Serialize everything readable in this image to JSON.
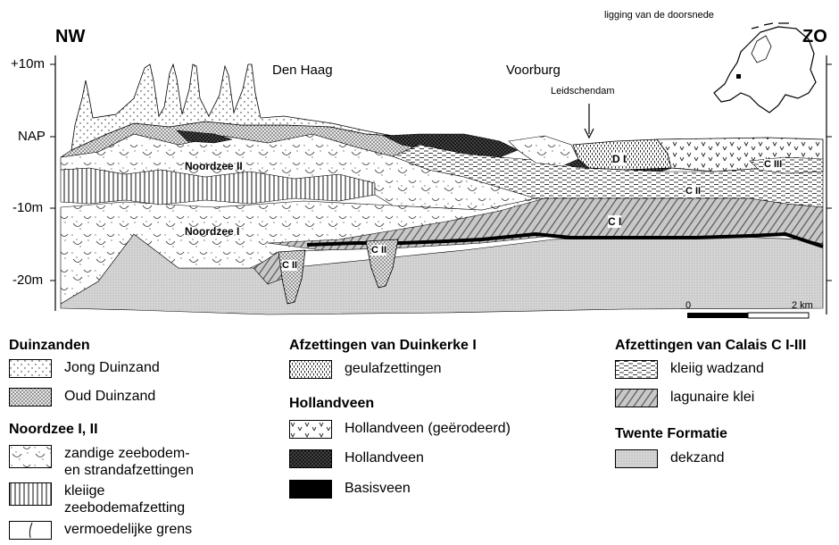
{
  "header": {
    "map_caption": "ligging van de doorsnede",
    "left_direction": "NW",
    "right_direction": "ZO"
  },
  "elevation_labels": [
    "+10m",
    "NAP",
    "-10m",
    "-20m"
  ],
  "places": {
    "den_haag": "Den Haag",
    "voorburg": "Voorburg",
    "leidschendam": "Leidschendam"
  },
  "unit_labels": {
    "noordzee_2": "Noordzee II",
    "noordzee_1": "Noordzee I",
    "c2_small_a": "C II",
    "c2_small_b": "C II",
    "c2_right": "C II",
    "c1": "C I",
    "c3": "C III",
    "d1": "D I"
  },
  "scale": {
    "start": "0",
    "end": "2 km"
  },
  "legend": {
    "duinzanden": {
      "title": "Duinzanden",
      "items": [
        "Jong Duinzand",
        "Oud Duinzand"
      ]
    },
    "noordzee": {
      "title": "Noordzee I, II",
      "items": [
        "zandige zeebodem-\nen strandafzettingen",
        "kleiige\nzeebodemafzetting",
        "vermoedelijke grens"
      ]
    },
    "duinkerke": {
      "title": "Afzettingen van Duinkerke I",
      "items": [
        "geulafzettingen"
      ]
    },
    "hollandveen": {
      "title": "Hollandveen",
      "items": [
        "Hollandveen (geërodeerd)",
        "Hollandveen",
        "Basisveen"
      ]
    },
    "calais": {
      "title": "Afzettingen van Calais C I-III",
      "items": [
        "kleiig wadzand",
        "lagunaire klei"
      ]
    },
    "twente": {
      "title": "Twente Formatie",
      "items": [
        "dekzand"
      ]
    }
  }
}
